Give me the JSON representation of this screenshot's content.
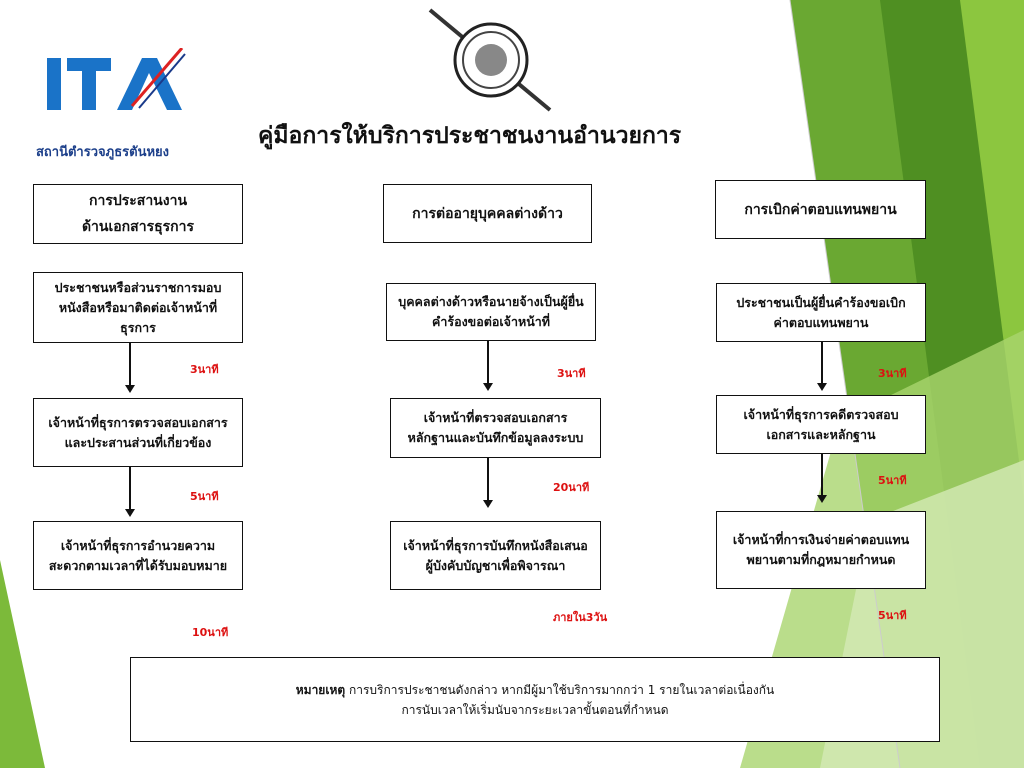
{
  "header": {
    "logo_text": "ITA",
    "station": "สถานีตำรวจภูธรตันหยง",
    "title": "คู่มือการให้บริการประชาชนงานอำนวยการ"
  },
  "columns": [
    {
      "heading_lines": [
        "การประสานงาน",
        "ด้านเอกสารธุรการ"
      ],
      "steps": [
        {
          "lines": [
            "ประชาชนหรือส่วนราชการมอบ",
            "หนังสือหรือมาติดต่อเจ้าหน้าที่",
            "ธุรการ"
          ],
          "time": "3นาที"
        },
        {
          "lines": [
            "เจ้าหน้าที่ธุรการตรวจสอบเอกสาร",
            "และประสานส่วนที่เกี่ยวข้อง"
          ],
          "time": "5นาที"
        },
        {
          "lines": [
            "เจ้าหน้าที่ธุรการอำนวยความ",
            "สะดวกตามเวลาที่ได้รับมอบหมาย"
          ],
          "time": "10นาที"
        }
      ]
    },
    {
      "heading_lines": [
        "การต่ออายุบุคคลต่างด้าว"
      ],
      "steps": [
        {
          "lines": [
            "บุคคลต่างด้าวหรือนายจ้างเป็นผู้ยื่น",
            "คำร้องขอต่อเจ้าหน้าที่"
          ],
          "time": "3นาที"
        },
        {
          "lines": [
            "เจ้าหน้าที่ตรวจสอบเอกสาร",
            "หลักฐานและบันทึกข้อมูลลงระบบ"
          ],
          "time": "20นาที"
        },
        {
          "lines": [
            "เจ้าหน้าที่ธุรการบันทึกหนังสือเสนอ",
            "ผู้บังคับบัญชาเพื่อพิจารณา"
          ],
          "time": "ภายใน3วัน"
        }
      ]
    },
    {
      "heading_lines": [
        "การเบิกค่าตอบแทนพยาน"
      ],
      "steps": [
        {
          "lines": [
            "ประชาชนเป็นผู้ยื่นคำร้องขอเบิก",
            "ค่าตอบแทนพยาน"
          ],
          "time": "3นาที"
        },
        {
          "lines": [
            "เจ้าหน้าที่ธุรการคดีตรวจสอบ",
            "เอกสารและหลักฐาน"
          ],
          "time": "5นาที"
        },
        {
          "lines": [
            "เจ้าหน้าที่การเงินจ่ายค่าตอบแทน",
            "พยานตามที่กฎหมายกำหนด"
          ],
          "time": "5นาที"
        }
      ]
    }
  ],
  "note": {
    "label": "หมายเหตุ",
    "line1": "การบริการประชาชนดังกล่าว หากมีผู้มาใช้บริการมากกว่า 1 รายในเวลาต่อเนื่องกัน",
    "line2": "การนับเวลาให้เริ่มนับจากระยะเวลาขั้นตอนที่กำหนด"
  },
  "colors": {
    "green_dark": "#5a9a2a",
    "green_mid": "#7cba3a",
    "green_light": "#c5e0a0",
    "time_red": "#dd1111",
    "station_blue": "#1c3f8a",
    "logo_blue": "#1a73c8"
  }
}
